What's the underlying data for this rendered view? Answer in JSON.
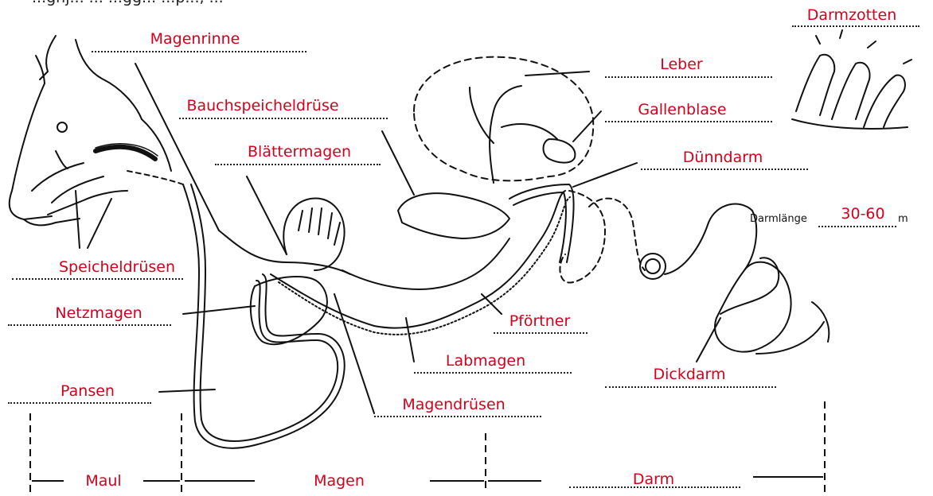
{
  "colors": {
    "label": "#d6001c",
    "line": "#111111"
  },
  "header_fragment": "...gnj... ... ...gg... ...p..., ...",
  "labels": {
    "magenrinne": "Magenrinne",
    "bauchspeicheldruese": "Bauchspeicheldrüse",
    "blaettermagen": "Blättermagen",
    "speicheldruesen": "Speicheldrüsen",
    "netzmagen": "Netzmagen",
    "pansen": "Pansen",
    "leber": "Leber",
    "gallenblase": "Gallenblase",
    "duenndarm": "Dünndarm",
    "pfoertner": "Pförtner",
    "labmagen": "Labmagen",
    "magendruesen": "Magendrüsen",
    "dickdarm": "Dickdarm",
    "darmzotten": "Darmzotten"
  },
  "darmlaenge": {
    "prefix": "Darmlänge",
    "value": "30-60",
    "unit": "m"
  },
  "sections": {
    "maul": "Maul",
    "magen": "Magen",
    "darm": "Darm"
  }
}
